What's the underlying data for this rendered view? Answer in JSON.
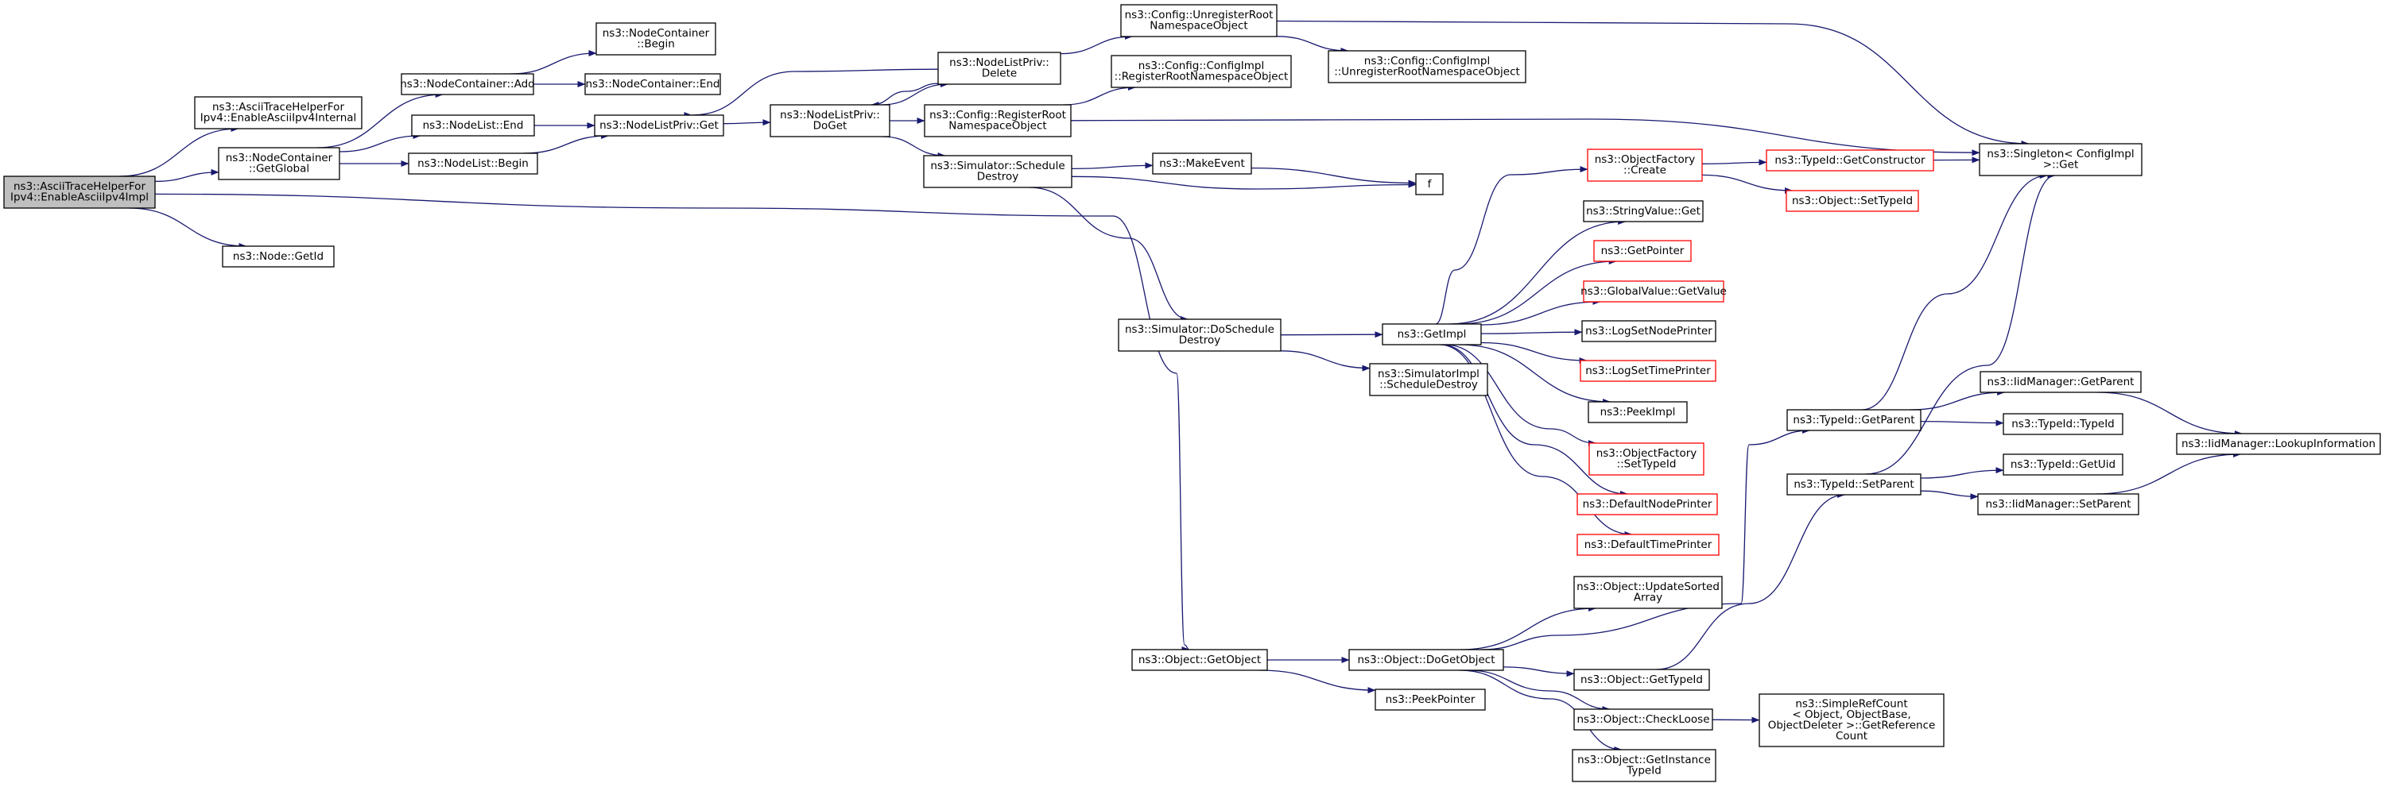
{
  "colors": {
    "root_fill": "#bfbfbf",
    "node_fill": "#ffffff",
    "node_stroke": "#000000",
    "truncated_stroke": "#ff0000",
    "edge": "#191970",
    "text": "#000000"
  },
  "nodes": [
    {
      "id": "root",
      "kind": "root",
      "lines": [
        "ns3::AsciiTraceHelperFor",
        "Ipv4::EnableAsciiIpv4Impl"
      ]
    },
    {
      "id": "enableInternal",
      "kind": "normal",
      "lines": [
        "ns3::AsciiTraceHelperFor",
        "Ipv4::EnableAsciiIpv4Internal"
      ]
    },
    {
      "id": "getGlobal",
      "kind": "normal",
      "lines": [
        "ns3::NodeContainer",
        "::GetGlobal"
      ]
    },
    {
      "id": "nodeGetId",
      "kind": "normal",
      "lines": [
        "ns3::Node::GetId"
      ]
    },
    {
      "id": "ncAdd",
      "kind": "normal",
      "lines": [
        "ns3::NodeContainer::Add"
      ]
    },
    {
      "id": "nlEnd",
      "kind": "normal",
      "lines": [
        "ns3::NodeList::End"
      ]
    },
    {
      "id": "nlBegin",
      "kind": "normal",
      "lines": [
        "ns3::NodeList::Begin"
      ]
    },
    {
      "id": "ncBegin",
      "kind": "normal",
      "lines": [
        "ns3::NodeContainer",
        "::Begin"
      ]
    },
    {
      "id": "ncEnd",
      "kind": "normal",
      "lines": [
        "ns3::NodeContainer::End"
      ]
    },
    {
      "id": "nlpGet",
      "kind": "normal",
      "lines": [
        "ns3::NodeListPriv::Get"
      ]
    },
    {
      "id": "nlpDoGet",
      "kind": "normal",
      "lines": [
        "ns3::NodeListPriv::",
        "DoGet"
      ]
    },
    {
      "id": "nlpDelete",
      "kind": "normal",
      "lines": [
        "ns3::NodeListPriv::",
        "Delete"
      ]
    },
    {
      "id": "cfgRegister",
      "kind": "normal",
      "lines": [
        "ns3::Config::RegisterRoot",
        "NamespaceObject"
      ]
    },
    {
      "id": "simSchedDestroy",
      "kind": "normal",
      "lines": [
        "ns3::Simulator::Schedule",
        "Destroy"
      ]
    },
    {
      "id": "cfgUnregister",
      "kind": "normal",
      "lines": [
        "ns3::Config::UnregisterRoot",
        "NamespaceObject"
      ]
    },
    {
      "id": "cfgImplRegister",
      "kind": "normal",
      "lines": [
        "ns3::Config::ConfigImpl",
        "::RegisterRootNamespaceObject"
      ]
    },
    {
      "id": "cfgImplUnregister",
      "kind": "normal",
      "lines": [
        "ns3::Config::ConfigImpl",
        "::UnregisterRootNamespaceObject"
      ]
    },
    {
      "id": "makeEvent",
      "kind": "normal",
      "lines": [
        "ns3::MakeEvent"
      ]
    },
    {
      "id": "f",
      "kind": "normal",
      "lines": [
        "f"
      ]
    },
    {
      "id": "simDoSchedDestroy",
      "kind": "normal",
      "lines": [
        "ns3::Simulator::DoSchedule",
        "Destroy"
      ]
    },
    {
      "id": "getImpl",
      "kind": "normal",
      "lines": [
        "ns3::GetImpl"
      ]
    },
    {
      "id": "simImplSchedDestroy",
      "kind": "normal",
      "lines": [
        "ns3::SimulatorImpl",
        "::ScheduleDestroy"
      ]
    },
    {
      "id": "ofCreate",
      "kind": "truncated",
      "lines": [
        "ns3::ObjectFactory",
        "::Create"
      ]
    },
    {
      "id": "stringValueGet",
      "kind": "normal",
      "lines": [
        "ns3::StringValue::Get"
      ]
    },
    {
      "id": "getPointer",
      "kind": "truncated",
      "lines": [
        "ns3::GetPointer"
      ]
    },
    {
      "id": "gvGetValue",
      "kind": "truncated",
      "lines": [
        "ns3::GlobalValue::GetValue"
      ]
    },
    {
      "id": "logSetNodePrinter",
      "kind": "normal",
      "lines": [
        "ns3::LogSetNodePrinter"
      ]
    },
    {
      "id": "logSetTimePrinter",
      "kind": "truncated",
      "lines": [
        "ns3::LogSetTimePrinter"
      ]
    },
    {
      "id": "peekImpl",
      "kind": "normal",
      "lines": [
        "ns3::PeekImpl"
      ]
    },
    {
      "id": "ofSetTypeId",
      "kind": "truncated",
      "lines": [
        "ns3::ObjectFactory",
        "::SetTypeId"
      ]
    },
    {
      "id": "defaultNodePrinter",
      "kind": "truncated",
      "lines": [
        "ns3::DefaultNodePrinter"
      ]
    },
    {
      "id": "defaultTimePrinter",
      "kind": "truncated",
      "lines": [
        "ns3::DefaultTimePrinter"
      ]
    },
    {
      "id": "typeIdGetConstructor",
      "kind": "truncated",
      "lines": [
        "ns3::TypeId::GetConstructor"
      ]
    },
    {
      "id": "objectSetTypeId",
      "kind": "truncated",
      "lines": [
        "ns3::Object::SetTypeId"
      ]
    },
    {
      "id": "singletonGet",
      "kind": "normal",
      "lines": [
        "ns3::Singleton< ConfigImpl",
        " >::Get"
      ]
    },
    {
      "id": "typeIdGetParent",
      "kind": "normal",
      "lines": [
        "ns3::TypeId::GetParent"
      ]
    },
    {
      "id": "typeIdSetParent",
      "kind": "normal",
      "lines": [
        "ns3::TypeId::SetParent"
      ]
    },
    {
      "id": "iidGetParent",
      "kind": "normal",
      "lines": [
        "ns3::IidManager::GetParent"
      ]
    },
    {
      "id": "typeIdTypeId",
      "kind": "normal",
      "lines": [
        "ns3::TypeId::TypeId"
      ]
    },
    {
      "id": "typeIdGetUid",
      "kind": "normal",
      "lines": [
        "ns3::TypeId::GetUid"
      ]
    },
    {
      "id": "iidSetParent",
      "kind": "normal",
      "lines": [
        "ns3::IidManager::SetParent"
      ]
    },
    {
      "id": "iidLookup",
      "kind": "normal",
      "lines": [
        "ns3::IidManager::LookupInformation"
      ]
    },
    {
      "id": "objGetObject",
      "kind": "normal",
      "lines": [
        "ns3::Object::GetObject"
      ]
    },
    {
      "id": "objDoGetObject",
      "kind": "normal",
      "lines": [
        "ns3::Object::DoGetObject"
      ]
    },
    {
      "id": "peekPointer",
      "kind": "normal",
      "lines": [
        "ns3::PeekPointer"
      ]
    },
    {
      "id": "objUpdateSorted",
      "kind": "normal",
      "lines": [
        "ns3::Object::UpdateSorted",
        "Array"
      ]
    },
    {
      "id": "objGetTypeId",
      "kind": "normal",
      "lines": [
        "ns3::Object::GetTypeId"
      ]
    },
    {
      "id": "objCheckLoose",
      "kind": "normal",
      "lines": [
        "ns3::Object::CheckLoose"
      ]
    },
    {
      "id": "objGetInstanceTypeId",
      "kind": "normal",
      "lines": [
        "ns3::Object::GetInstance",
        "TypeId"
      ]
    },
    {
      "id": "simpleRefCount",
      "kind": "normal",
      "lines": [
        "ns3::SimpleRefCount",
        "< Object, ObjectBase,",
        " ObjectDeleter >::GetReference",
        "Count"
      ]
    }
  ],
  "edges": [
    [
      "root",
      "enableInternal"
    ],
    [
      "root",
      "getGlobal"
    ],
    [
      "root",
      "nodeGetId"
    ],
    [
      "root",
      "objGetObject"
    ],
    [
      "getGlobal",
      "ncAdd"
    ],
    [
      "getGlobal",
      "nlEnd"
    ],
    [
      "getGlobal",
      "nlBegin"
    ],
    [
      "ncAdd",
      "ncBegin"
    ],
    [
      "ncAdd",
      "ncEnd"
    ],
    [
      "nlEnd",
      "nlpGet"
    ],
    [
      "nlBegin",
      "nlpGet"
    ],
    [
      "nlpGet",
      "nlpDoGet"
    ],
    [
      "nlpDoGet",
      "nlpDelete"
    ],
    [
      "nlpDoGet",
      "cfgRegister"
    ],
    [
      "nlpDoGet",
      "simSchedDestroy"
    ],
    [
      "nlpDelete",
      "nlpGet"
    ],
    [
      "nlpDelete",
      "nlpDoGet"
    ],
    [
      "nlpDelete",
      "cfgUnregister"
    ],
    [
      "cfgRegister",
      "cfgImplRegister"
    ],
    [
      "cfgRegister",
      "singletonGet"
    ],
    [
      "cfgUnregister",
      "cfgImplUnregister"
    ],
    [
      "cfgUnregister",
      "singletonGet"
    ],
    [
      "simSchedDestroy",
      "makeEvent"
    ],
    [
      "simSchedDestroy",
      "f"
    ],
    [
      "simSchedDestroy",
      "simDoSchedDestroy"
    ],
    [
      "makeEvent",
      "f"
    ],
    [
      "simDoSchedDestroy",
      "getImpl"
    ],
    [
      "simDoSchedDestroy",
      "simImplSchedDestroy"
    ],
    [
      "getImpl",
      "ofCreate"
    ],
    [
      "getImpl",
      "stringValueGet"
    ],
    [
      "getImpl",
      "getPointer"
    ],
    [
      "getImpl",
      "gvGetValue"
    ],
    [
      "getImpl",
      "logSetNodePrinter"
    ],
    [
      "getImpl",
      "logSetTimePrinter"
    ],
    [
      "getImpl",
      "peekImpl"
    ],
    [
      "getImpl",
      "ofSetTypeId"
    ],
    [
      "getImpl",
      "defaultNodePrinter"
    ],
    [
      "getImpl",
      "defaultTimePrinter"
    ],
    [
      "ofCreate",
      "typeIdGetConstructor"
    ],
    [
      "ofCreate",
      "objectSetTypeId"
    ],
    [
      "typeIdGetConstructor",
      "singletonGet"
    ],
    [
      "typeIdGetParent",
      "singletonGet"
    ],
    [
      "typeIdGetParent",
      "iidGetParent"
    ],
    [
      "typeIdGetParent",
      "typeIdTypeId"
    ],
    [
      "typeIdSetParent",
      "singletonGet"
    ],
    [
      "typeIdSetParent",
      "typeIdGetUid"
    ],
    [
      "typeIdSetParent",
      "iidSetParent"
    ],
    [
      "iidGetParent",
      "iidLookup"
    ],
    [
      "iidSetParent",
      "iidLookup"
    ],
    [
      "objGetObject",
      "objDoGetObject"
    ],
    [
      "objGetObject",
      "peekPointer"
    ],
    [
      "objDoGetObject",
      "objUpdateSorted"
    ],
    [
      "objDoGetObject",
      "objGetTypeId"
    ],
    [
      "objDoGetObject",
      "objCheckLoose"
    ],
    [
      "objDoGetObject",
      "objGetInstanceTypeId"
    ],
    [
      "objDoGetObject",
      "typeIdGetParent"
    ],
    [
      "objGetTypeId",
      "typeIdSetParent"
    ],
    [
      "objCheckLoose",
      "simpleRefCount"
    ]
  ]
}
